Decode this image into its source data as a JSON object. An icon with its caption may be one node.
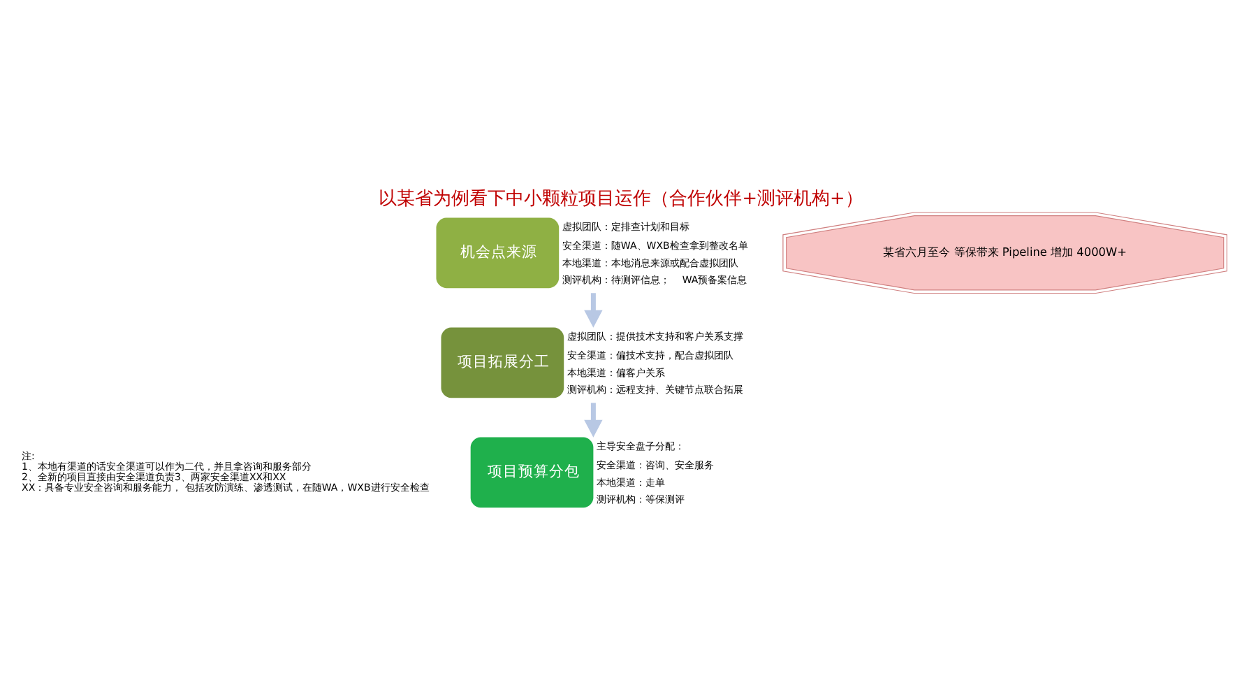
{
  "diagram": {
    "title": "以某省为例看下中小颗粒项目运作（合作伙伴+测评机构+）",
    "nodes": [
      {
        "text": [
          "机会点来源"
        ],
        "beside": [
          "虚拟团队：定排查计划和目标",
          "安全渠道：随WA、WXB检查拿到整改名单",
          "本地渠道：本地消息来源或配合虚拟团队",
          "测评机构：待测评信息；    WA预备案信息"
        ]
      },
      {
        "text": [
          "项目拓展分工"
        ],
        "beside": [
          "虚拟团队：提供技术支持和客户关系支撑",
          "安全渠道：偏技术支持，配合虚拟团队",
          "本地渠道：偏客户关系",
          "测评机构：远程支持、关键节点联合拓展"
        ]
      },
      {
        "text": [
          "项目预算分包"
        ],
        "beside": [
          "主导安全盘子分配：",
          "安全渠道：咨询、安全服务",
          "本地渠道：走单",
          "测评机构：等保测评"
        ]
      },
      {
        "text": [
          "某省六月至今 等保带来 Pipeline 增加 4000W+"
        ]
      }
    ],
    "edges": [
      {
        "from": 0,
        "to": 1,
        "arrow": "to"
      },
      {
        "from": 1,
        "to": 2,
        "arrow": "to"
      }
    ],
    "labels": [
      "注:",
      "1、本地有渠道的话安全渠道可以作为二代，并且拿咨询和服务部分",
      "2、全新的项目直接由安全渠道负责3、两家安全渠道XX和XX",
      "XX：具备专业安全咨询和服务能力， 包括攻防演练、渗透测试，在随WA，WXB进行安全检查"
    ]
  }
}
